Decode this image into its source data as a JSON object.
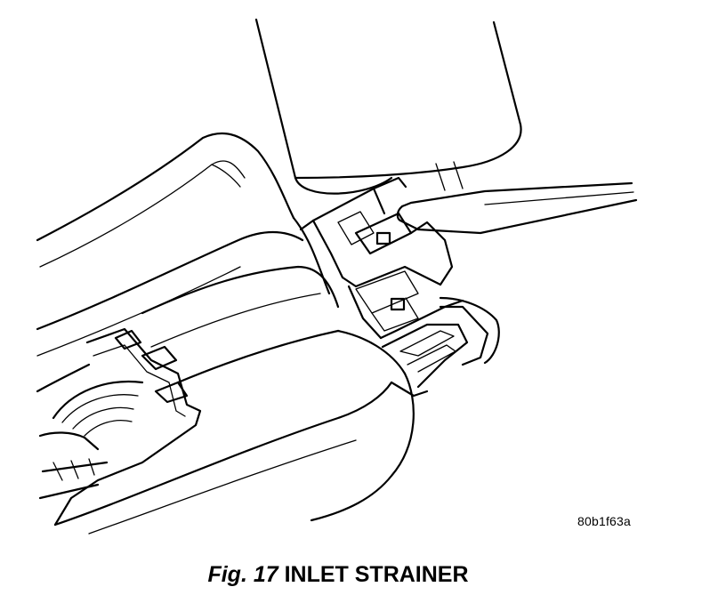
{
  "figure": {
    "reference_code": "80b1f63a",
    "caption_label": "Fig. 17",
    "caption_title": "INLET STRAINER"
  },
  "colors": {
    "line": "#000000",
    "background": "#ffffff"
  }
}
